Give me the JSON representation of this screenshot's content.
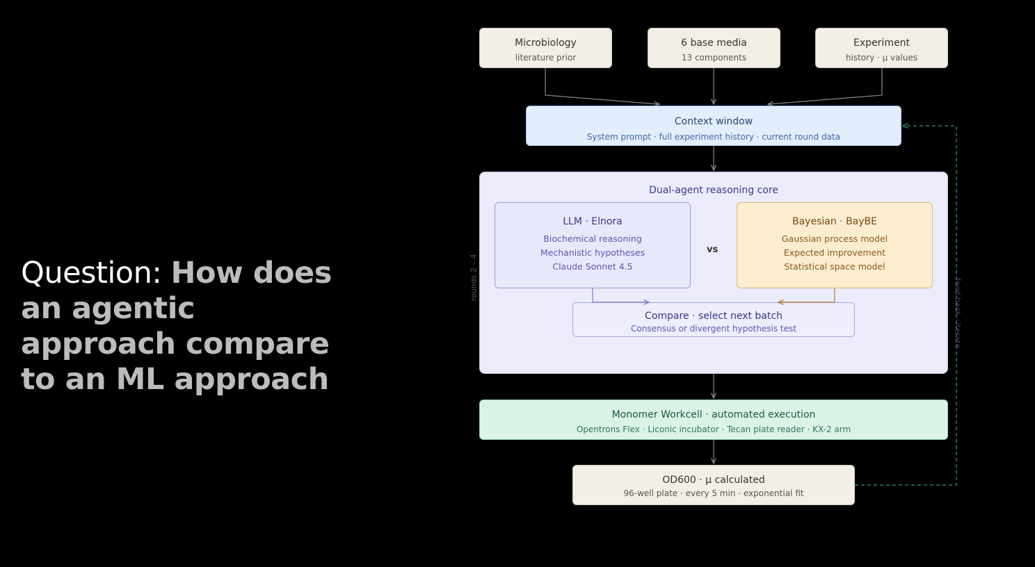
{
  "question": {
    "lead": "Question: ",
    "text": "How does an agentic approach compare to an ML approach"
  },
  "inputs": [
    {
      "title": "Microbiology",
      "subtitle": "literature prior"
    },
    {
      "title": "6 base media",
      "subtitle": "13 components"
    },
    {
      "title": "Experiment",
      "subtitle": "history · μ values"
    }
  ],
  "context": {
    "title": "Context window",
    "subtitle": "System prompt · full experiment history · current round data"
  },
  "core": {
    "title": "Dual-agent reasoning core",
    "llm": {
      "title": "LLM · Elnora",
      "lines": [
        "Biochemical reasoning",
        "Mechanistic hypotheses",
        "Claude Sonnet 4.5"
      ]
    },
    "vs": "vs",
    "bayesian": {
      "title": "Bayesian · BayBE",
      "lines": [
        "Gaussian process model",
        "Expected improvement",
        "Statistical space model"
      ]
    },
    "compare": {
      "title": "Compare · select next batch",
      "subtitle": "Consensus or divergent hypothesis test"
    }
  },
  "workcell": {
    "title": "Monomer Workcell · automated execution",
    "subtitle": "Opentrons Flex · Liconic incubator · Tecan plate reader · KX-2 arm"
  },
  "readout": {
    "title": "OD600 · μ calculated",
    "subtitle": "96-well plate · every 5 min · exponential fit"
  },
  "labels": {
    "rounds": "rounds 2 – 4",
    "feedback": "feed back · iterate"
  },
  "colors": {
    "background": "#000000",
    "context_fill": "#e3eefc",
    "core_fill": "#ecebfb",
    "bayesian_fill": "#fcecd0",
    "workcell_fill": "#dbf3e7",
    "neutral_fill": "#f3efe6",
    "feedback_line": "#3a9a72"
  }
}
